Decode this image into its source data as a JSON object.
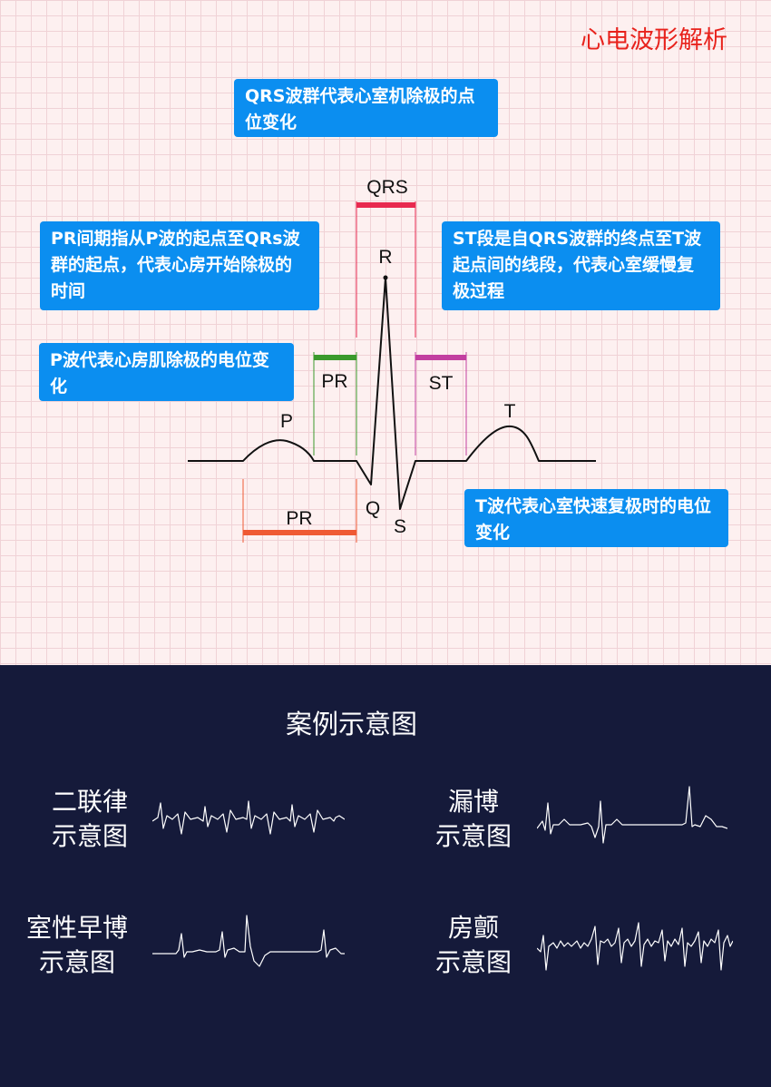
{
  "header": {
    "title": "心电波形解析"
  },
  "notes": {
    "qrs": "QRS波群代表心室机除极的点位变化",
    "pr": "PR间期指从P波的起点至QRs波群的起点，代表心房开始除极的时间",
    "st": "ST段是自QRS波群的终点至T波起点间的线段，代表心室缓慢复极过程",
    "p": "P波代表心房肌除极的电位变化",
    "t": "T波代表心室快速复极时的电位变化"
  },
  "waveform_labels": {
    "qrs": "QRS",
    "r": "R",
    "q": "Q",
    "s": "S",
    "p": "P",
    "t": "T",
    "pr_segment": "PR",
    "st_segment": "ST",
    "pr_interval": "PR"
  },
  "colors": {
    "note_bg": "#0b8ef0",
    "qrs_marker": "#e8294f",
    "pr_segment_marker": "#3a9a2c",
    "st_segment_marker": "#c23fa0",
    "pr_interval_marker": "#ef5a34",
    "title": "#e8221c"
  },
  "cases": {
    "title": "案例示意图",
    "items": [
      {
        "id": "bigeminy",
        "line1": "二联律",
        "line2": "示意图"
      },
      {
        "id": "dropped",
        "line1": "漏博",
        "line2": "示意图"
      },
      {
        "id": "pvc",
        "line1": "室性早博",
        "line2": "示意图"
      },
      {
        "id": "af",
        "line1": "房颤",
        "line2": "示意图"
      }
    ]
  }
}
